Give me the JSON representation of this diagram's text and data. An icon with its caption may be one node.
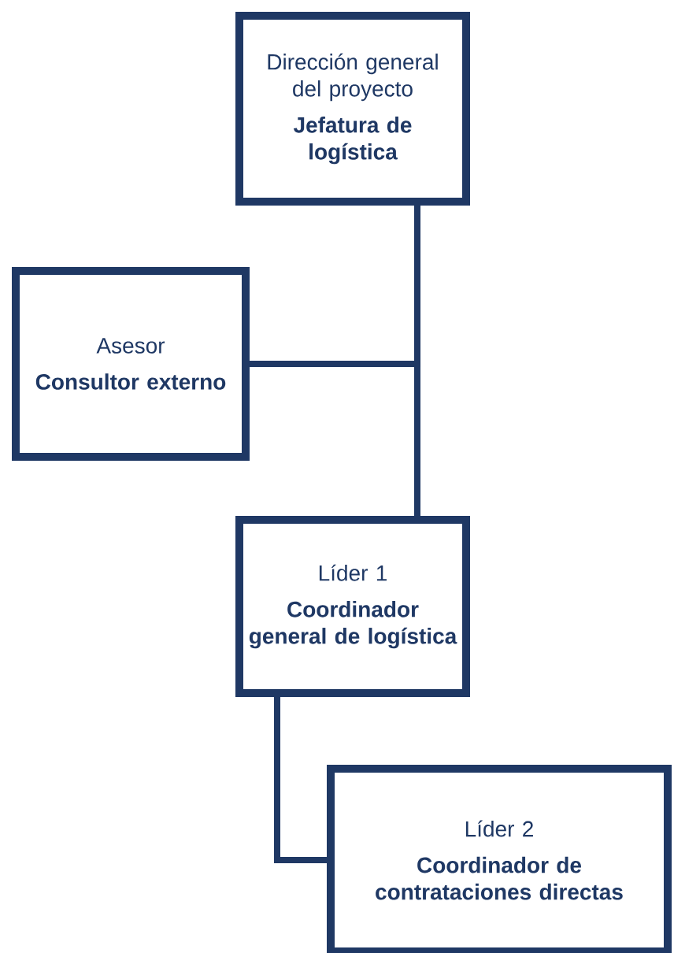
{
  "diagram": {
    "nodes": [
      {
        "text": [
          "Dirección general del proyecto",
          "Jefatura de logística"
        ]
      },
      {
        "text": [
          "Asesor",
          "Consultor externo"
        ]
      },
      {
        "text": [
          "Líder 1",
          "Coordinador general de logística"
        ]
      },
      {
        "text": [
          "Líder 2",
          "Coordinador de contrataciones directas"
        ]
      }
    ],
    "edges": [
      {
        "from": 0,
        "to": 1,
        "arrow": "none"
      },
      {
        "from": 0,
        "to": 2,
        "arrow": "none"
      },
      {
        "from": 2,
        "to": 3,
        "arrow": "none"
      }
    ]
  }
}
